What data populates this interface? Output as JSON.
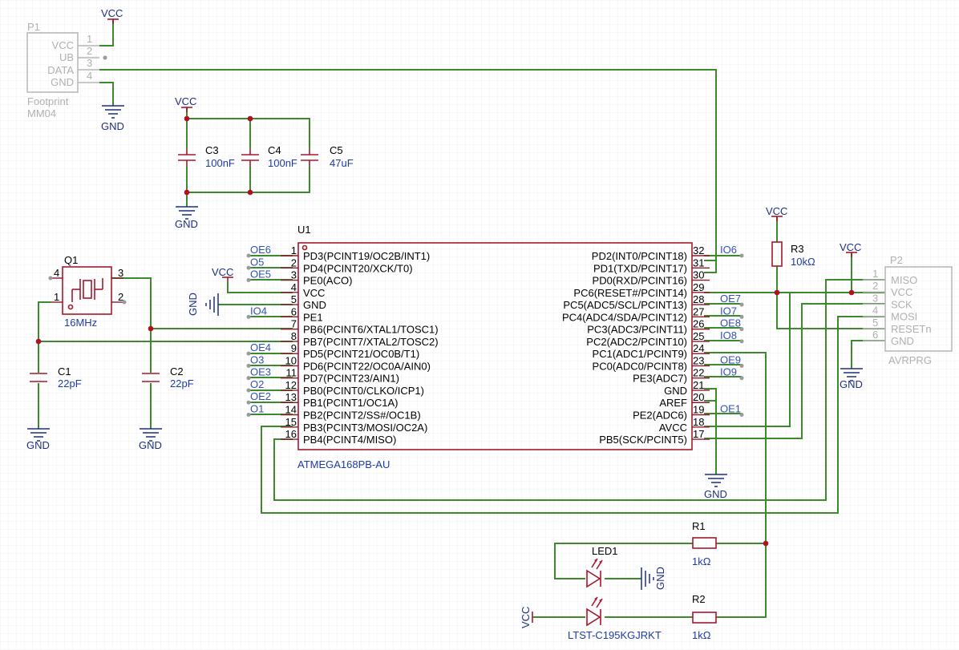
{
  "p1": {
    "ref": "P1",
    "footprint": "Footprint",
    "value": "MM04",
    "pins": [
      {
        "name": "VCC",
        "num": "1"
      },
      {
        "name": "UB",
        "num": "2"
      },
      {
        "name": "DATA",
        "num": "3"
      },
      {
        "name": "GND",
        "num": "4"
      }
    ]
  },
  "power": {
    "vcc": "VCC",
    "gnd": "GND"
  },
  "caps": [
    {
      "ref": "C3",
      "value": "100nF"
    },
    {
      "ref": "C4",
      "value": "100nF"
    },
    {
      "ref": "C5",
      "value": "47uF"
    },
    {
      "ref": "C1",
      "value": "22pF"
    },
    {
      "ref": "C2",
      "value": "22pF"
    }
  ],
  "q1": {
    "ref": "Q1",
    "value": "16MHz",
    "pins": [
      "4",
      "1",
      "3",
      "2"
    ]
  },
  "u1": {
    "ref": "U1",
    "value": "ATMEGA168PB-AU",
    "left": [
      {
        "num": "1",
        "name": "PD3(PCINT19/OC2B/INT1)",
        "net": "OE6"
      },
      {
        "num": "2",
        "name": "PD4(PCINT20/XCK/T0)",
        "net": "O5"
      },
      {
        "num": "3",
        "name": "PE0(ACO)",
        "net": "OE5"
      },
      {
        "num": "4",
        "name": "VCC",
        "net": ""
      },
      {
        "num": "5",
        "name": "GND",
        "net": ""
      },
      {
        "num": "6",
        "name": "PE1",
        "net": "IO4"
      },
      {
        "num": "7",
        "name": "PB6(PCINT6/XTAL1/TOSC1)",
        "net": ""
      },
      {
        "num": "8",
        "name": "PB7(PCINT7/XTAL2/TOSC2)",
        "net": ""
      },
      {
        "num": "9",
        "name": "PD5(PCINT21/OC0B/T1)",
        "net": "OE4"
      },
      {
        "num": "10",
        "name": "PD6(PCINT22/OC0A/AIN0)",
        "net": "O3"
      },
      {
        "num": "11",
        "name": "PD7(PCINT23/AIN1)",
        "net": "OE3"
      },
      {
        "num": "12",
        "name": "PB0(PCINT0/CLKO/ICP1)",
        "net": "O2"
      },
      {
        "num": "13",
        "name": "PB1(PCINT1/OC1A)",
        "net": "OE2"
      },
      {
        "num": "14",
        "name": "PB2(PCINT2/SS#/OC1B)",
        "net": "O1"
      },
      {
        "num": "15",
        "name": "PB3(PCINT3/MOSI/OC2A)",
        "net": ""
      },
      {
        "num": "16",
        "name": "PB4(PCINT4/MISO)",
        "net": ""
      }
    ],
    "right": [
      {
        "num": "32",
        "name": "PD2(INT0/PCINT18)",
        "net": "IO6"
      },
      {
        "num": "31",
        "name": "PD1(TXD/PCINT17)",
        "net": ""
      },
      {
        "num": "30",
        "name": "PD0(RXD/PCINT16)",
        "net": ""
      },
      {
        "num": "29",
        "name": "PC6(RESET#/PCINT14)",
        "net": ""
      },
      {
        "num": "28",
        "name": "PC5(ADC5/SCL/PCINT13)",
        "net": "OE7"
      },
      {
        "num": "27",
        "name": "PC4(ADC4/SDA/PCINT12)",
        "net": "IO7"
      },
      {
        "num": "26",
        "name": "PC3(ADC3/PCINT11)",
        "net": "OE8"
      },
      {
        "num": "25",
        "name": "PC2(ADC2/PCINT10)",
        "net": "IO8"
      },
      {
        "num": "24",
        "name": "PC1(ADC1/PCINT9)",
        "net": ""
      },
      {
        "num": "23",
        "name": "PC0(ADC0/PCINT8)",
        "net": "OE9"
      },
      {
        "num": "22",
        "name": "PE3(ADC7)",
        "net": "IO9"
      },
      {
        "num": "21",
        "name": "GND",
        "net": ""
      },
      {
        "num": "20",
        "name": "AREF",
        "net": ""
      },
      {
        "num": "19",
        "name": "PE2(ADC6)",
        "net": "OE1"
      },
      {
        "num": "18",
        "name": "AVCC",
        "net": ""
      },
      {
        "num": "17",
        "name": "PB5(SCK/PCINT5)",
        "net": ""
      }
    ]
  },
  "r3": {
    "ref": "R3",
    "value": "10kΩ"
  },
  "r1": {
    "ref": "R1",
    "value": "1kΩ"
  },
  "r2": {
    "ref": "R2",
    "value": "1kΩ"
  },
  "led1": {
    "ref": "LED1",
    "value": "LTST-C195KGJRKT"
  },
  "p2": {
    "ref": "P2",
    "value": "AVRPRG",
    "pins": [
      {
        "num": "1",
        "name": "MISO"
      },
      {
        "num": "2",
        "name": "VCC"
      },
      {
        "num": "3",
        "name": "SCK"
      },
      {
        "num": "4",
        "name": "MOSI"
      },
      {
        "num": "5",
        "name": "RESETn"
      },
      {
        "num": "6",
        "name": "GND"
      }
    ]
  },
  "colors": {
    "wire": "#3d8a2e",
    "component": "#a3192c",
    "label": "#1d3ba8",
    "outline": "#b6b6b6"
  }
}
